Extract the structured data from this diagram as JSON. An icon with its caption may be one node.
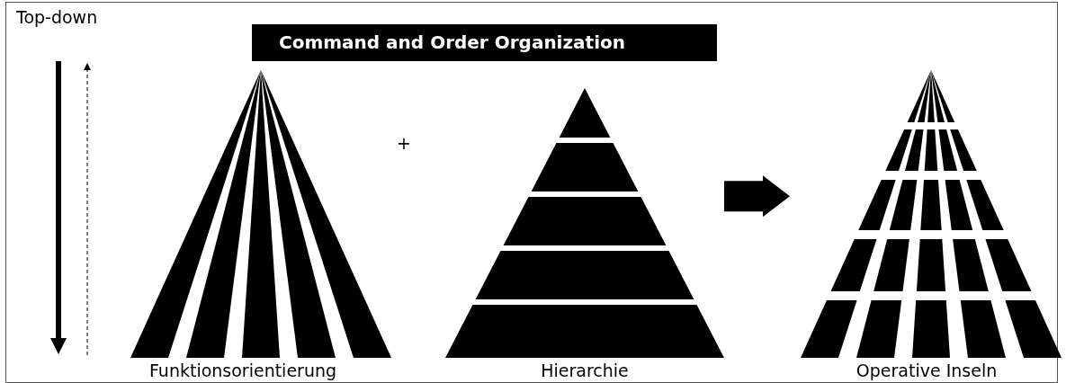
{
  "diagram": {
    "title": "Command and Order Organization",
    "nodes": [
      {
        "text": [
          "Funktionsorientierung"
        ]
      },
      {
        "text": [
          "Hierarchie"
        ]
      },
      {
        "text": [
          "Operative Inseln"
        ]
      }
    ],
    "edges": [
      {
        "from": 1,
        "to": 2,
        "arrow": "to"
      }
    ],
    "labels": [
      "Top-down",
      "+"
    ]
  }
}
